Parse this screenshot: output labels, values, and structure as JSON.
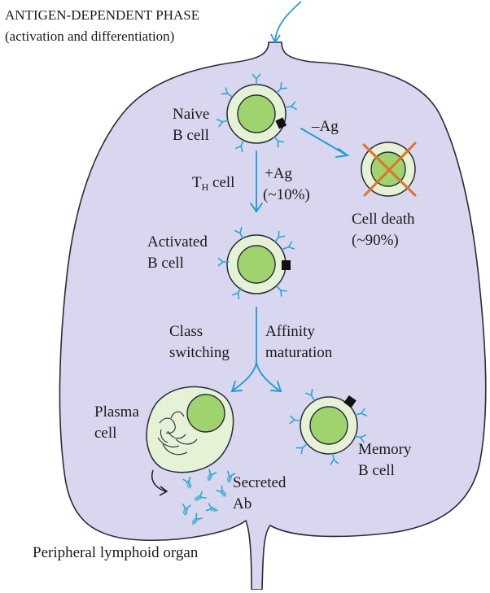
{
  "header": {
    "title": "ANTIGEN-DEPENDENT PHASE",
    "subtitle": "(activation and differentiation)"
  },
  "cells": {
    "naive": {
      "line1": "Naive",
      "line2": "B cell"
    },
    "activated": {
      "line1": "Activated",
      "line2": "B cell"
    },
    "plasma": {
      "line1": "Plasma",
      "line2": "cell"
    },
    "memory": {
      "line1": "Memory",
      "line2": "B cell"
    },
    "death": {
      "line1": "Cell death",
      "line2": "(~90%)"
    }
  },
  "steps": {
    "minus_ag": "–Ag",
    "th_main": "T",
    "th_sub": "H",
    "th_rest": " cell",
    "plus_ag": "+Ag",
    "plus_ag_pct": "(~10%)",
    "class_1": "Class",
    "class_2": "switching",
    "affinity_1": "Affinity",
    "affinity_2": "maturation"
  },
  "secreted": {
    "line1": "Secreted",
    "line2": "Ab"
  },
  "organ_label": "Peripheral lymphoid organ",
  "colors": {
    "organ_fill": "#d9d7ef",
    "outline": "#2a2a3a",
    "cell_outer": "#e5f2d5",
    "nucleus": "#9fd36e",
    "antibody": "#2aa7cf",
    "arrow": "#1f9cd6",
    "cross": "#e0732a"
  },
  "icons": [
    "antibody-icon",
    "receptor-block-icon",
    "arrow-icon",
    "cross-mark-icon"
  ]
}
